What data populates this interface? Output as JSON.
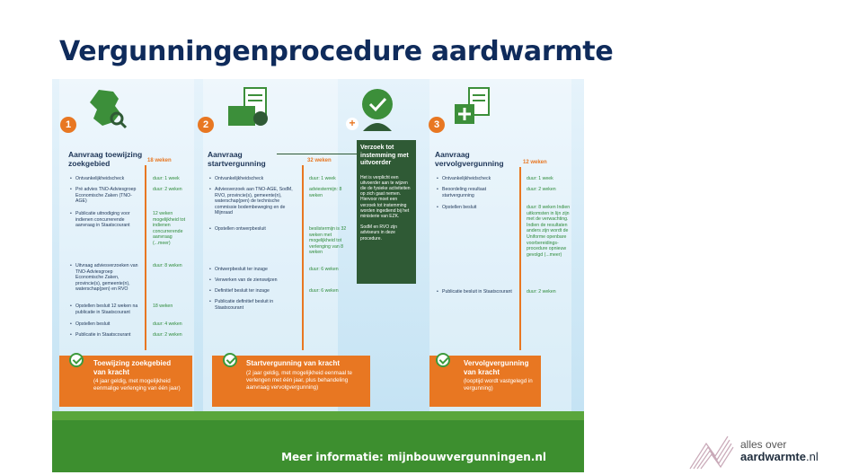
{
  "title": "Vergunningenprocedure aardwarmte",
  "columns": [
    {
      "number": "1",
      "title_line1": "Aanvraag toewijzing",
      "title_line2": "zoekgebied",
      "weeks": "18 weken",
      "items": [
        {
          "text": "Ontvankelijkheidscheck",
          "duration": "duur: 1 week"
        },
        {
          "text": "Pré advies TNO-Adviesgroep Economische Zaken (TNO-AGE)",
          "duration": "duur: 2 weken"
        },
        {
          "text": "Publicatie uitnodiging voor indienen concurrerende aanvraag in Staatscourant",
          "duration": "12 weken mogelijkheid tot indienen concurrerende aanvraag (...meer)"
        },
        {
          "text": "Uitvraag adviesverzoeken van TNO-Adviesgroep Economische Zaken, provincie(s), gemeente(n), waterschap(pen) en RVO",
          "duration": "duur: 8 weken"
        },
        {
          "text": "Opstellen besluit 12 weken na publicatie in Staatscourant",
          "duration": "18 weken"
        },
        {
          "text": "Opstellen besluit",
          "duration": "duur: 4 weken"
        },
        {
          "text": "Publicatie in Staatscourant",
          "duration": "duur: 2 weken"
        }
      ],
      "result_title_line1": "Toewijzing zoekgebied",
      "result_title_line2": "van kracht",
      "result_sub": "(4 jaar geldig, met mogelijkheid eenmalige verlenging van één jaar)"
    },
    {
      "number": "2",
      "title_line1": "Aanvraag",
      "title_line2": "startvergunning",
      "weeks": "32 weken",
      "items": [
        {
          "text": "Ontvankelijkheidscheck",
          "duration": "duur: 1 week"
        },
        {
          "text": "Adviesverzoek aan TNO-AGE, SodM, RVO, provincie(s), gemeente(n), waterschap(pen) de technische commissie bodembeweging en de Mijnraad",
          "duration": "adviestermijn: 8 weken"
        },
        {
          "text": "Opstellen ontwerpbesluit",
          "duration": "beslistermijn is 32 weken met mogelijkheid tot verlenging van 8 weken"
        },
        {
          "text": "Ontwerpbesluit ter inzage",
          "duration": "duur: 6 weken"
        },
        {
          "text": "Verwerken van de zienswijzen",
          "duration": ""
        },
        {
          "text": "Definitief besluit ter inzage",
          "duration": "duur: 6 weken"
        },
        {
          "text": "Publicatie definitief besluit in Staatscourant",
          "duration": ""
        }
      ],
      "result_title_line1": "Startvergunning van kracht",
      "result_sub": "(2 jaar geldig, met mogelijkheid eenmaal te verlengen met één jaar, plus behandeling aanvraag vervolgvergunning)"
    },
    {
      "number": "3",
      "title_line1": "Aanvraag",
      "title_line2": "vervolgvergunning",
      "weeks": "12 weken",
      "items": [
        {
          "text": "Ontvankelijkheidscheck",
          "duration": "duur: 1 week"
        },
        {
          "text": "Beoordeling resultaat startvergunning",
          "duration": "duur: 2 weken"
        },
        {
          "text": "Opstellen besluit",
          "duration": "duur: 8 weken Indien uitkomsten in lijn zijn met de verwachting. Indien de resultaten anders zijn wordt de Uniforme openbare voorbereidings-procedure opnieuw gevolgd (...meer)"
        },
        {
          "text": "Publicatie besluit in Staatscourant",
          "duration": "duur: 2 weken"
        }
      ],
      "result_title_line1": "Vervolgvergunning",
      "result_title_line2": "van kracht",
      "result_sub": "(looptijd wordt vastgelegd in vergunning)"
    }
  ],
  "side_box": {
    "plus": "+",
    "title": "Verzoek tot instemming met uitvoerder",
    "text1": "Het is verplicht een uitvoerder aan te wijzen die de fysieke activiteiten op zich gaat nemen. Hiervoor moet een verzoek tot instemming worden ingediend bij het ministerie van EZK.",
    "text2": "SodM en RVO zijn adviseurs in deze procedure."
  },
  "footer": "Meer informatie: mijnbouwvergunningen.nl",
  "brand": {
    "line1": "alles over",
    "line2_bold": "aardwarmte",
    "line2_suffix": ".nl"
  },
  "colors": {
    "title": "#0f2b5b",
    "orange": "#e87722",
    "green": "#2f5a35",
    "grass": "#3d8f2f"
  }
}
